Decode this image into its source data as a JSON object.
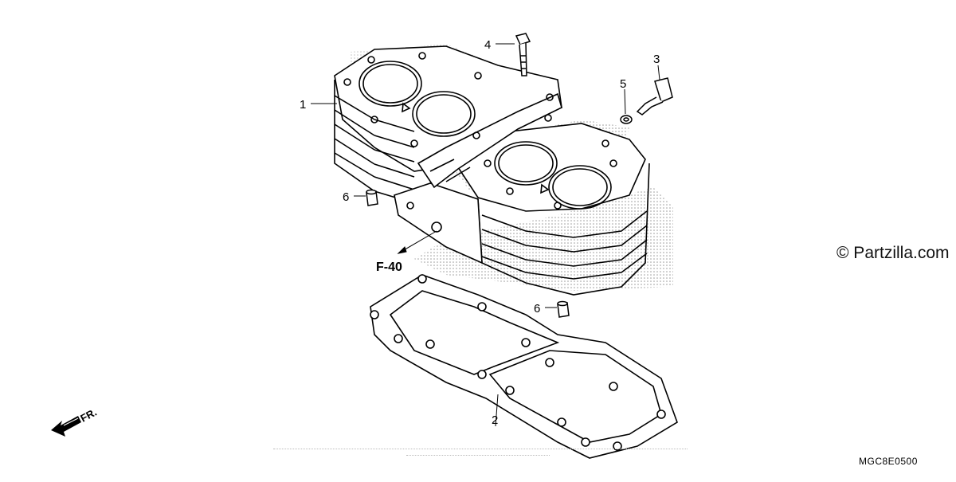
{
  "callouts": {
    "c1": "1",
    "c2": "2",
    "c3": "3",
    "c4": "4",
    "c5": "5",
    "c6a": "6",
    "c6b": "6"
  },
  "reference_label": "F-40",
  "direction_label": "FR.",
  "watermark": "© Partzilla.com",
  "diagram_code": "MGC8E0500",
  "colors": {
    "line": "#000000",
    "screen": "#d9d9d9",
    "background": "#ffffff"
  }
}
